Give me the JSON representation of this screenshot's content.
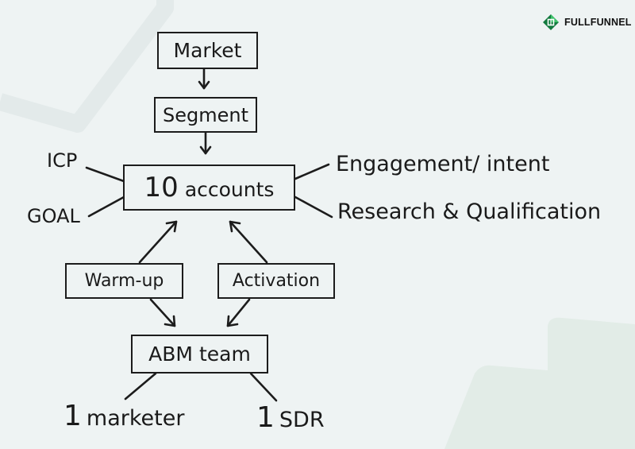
{
  "brand": {
    "name": "FULLFUNNEL",
    "logo_icon": "leaf-cube-icon",
    "colors": {
      "green_dark": "#127a3e",
      "green_light": "#3ec36a",
      "ink": "#1c1c1c",
      "background": "#eef3f3",
      "accent_shape": "#e2ece7"
    }
  },
  "nodes": {
    "market": "Market",
    "segment": "Segment",
    "accounts_number": "10",
    "accounts_word": "accounts",
    "warmup": "Warm-up",
    "activation": "Activation",
    "abm_team": "ABM team"
  },
  "side_labels": {
    "icp": "ICP",
    "goal": "GOAL",
    "engagement": "Engagement/ intent",
    "research": "Research & Qualification"
  },
  "team_members": {
    "marketer_count": "1",
    "marketer": "marketer",
    "sdr_count": "1",
    "sdr": "SDR"
  }
}
